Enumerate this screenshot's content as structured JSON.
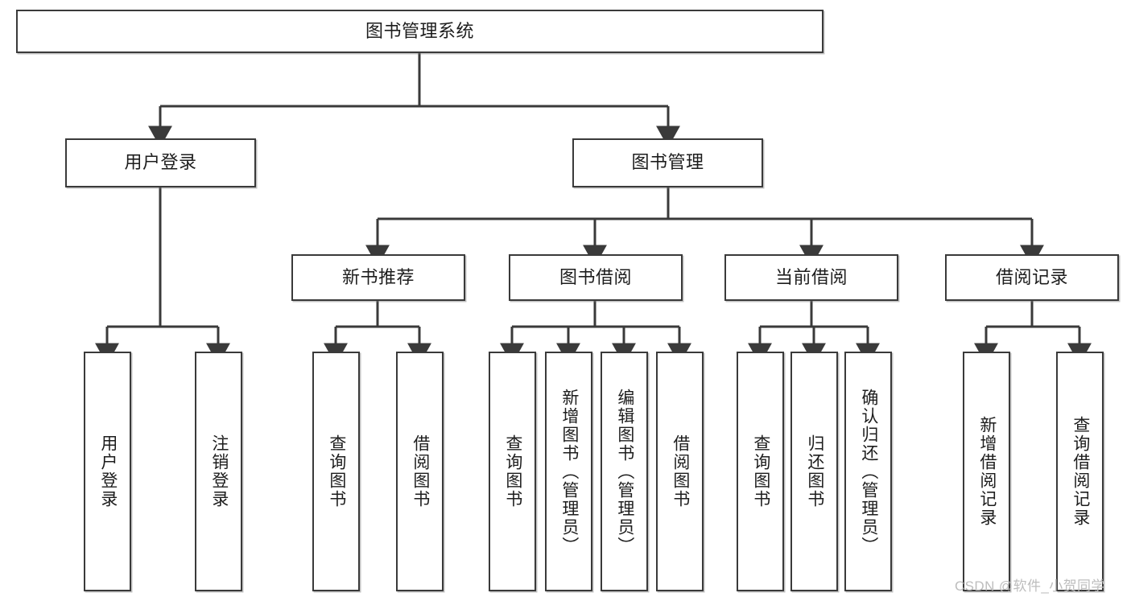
{
  "diagram": {
    "title": "图书管理系统",
    "type": "tree",
    "nodes": {
      "root": {
        "label": "图书管理系统"
      },
      "level2": [
        {
          "id": "user-login",
          "label": "用户登录"
        },
        {
          "id": "book-management",
          "label": "图书管理"
        }
      ],
      "level3": [
        {
          "id": "new-book-recommend",
          "label": "新书推荐"
        },
        {
          "id": "book-borrow",
          "label": "图书借阅"
        },
        {
          "id": "current-borrow",
          "label": "当前借阅"
        },
        {
          "id": "borrow-record",
          "label": "借阅记录"
        }
      ],
      "leaves": {
        "user_login": [
          {
            "id": "leaf-user-login",
            "label": "用户登录"
          },
          {
            "id": "leaf-logout-login",
            "label": "注销登录"
          }
        ],
        "new_book_recommend": [
          {
            "id": "leaf-query-book-1",
            "label": "查询图书"
          },
          {
            "id": "leaf-borrow-book-1",
            "label": "借阅图书"
          }
        ],
        "book_borrow": [
          {
            "id": "leaf-query-book-2",
            "label": "查询图书"
          },
          {
            "id": "leaf-add-book",
            "label": "新增图书（管理员）"
          },
          {
            "id": "leaf-edit-book",
            "label": "编辑图书（管理员）"
          },
          {
            "id": "leaf-borrow-book-2",
            "label": "借阅图书"
          }
        ],
        "current_borrow": [
          {
            "id": "leaf-query-book-3",
            "label": "查询图书"
          },
          {
            "id": "leaf-return-book",
            "label": "归还图书"
          },
          {
            "id": "leaf-confirm-return",
            "label": "确认归还（管理员）"
          }
        ],
        "borrow_record": [
          {
            "id": "leaf-add-borrow-record",
            "label": "新增借阅记录"
          },
          {
            "id": "leaf-query-borrow-record",
            "label": "查询借阅记录"
          }
        ]
      }
    }
  },
  "watermark": {
    "text": "CSDN @软件_小贺同学"
  },
  "colors": {
    "border": "#3a3a3a",
    "background": "#ffffff",
    "text": "#1d1d1d",
    "watermark": "#bdbdbd"
  }
}
